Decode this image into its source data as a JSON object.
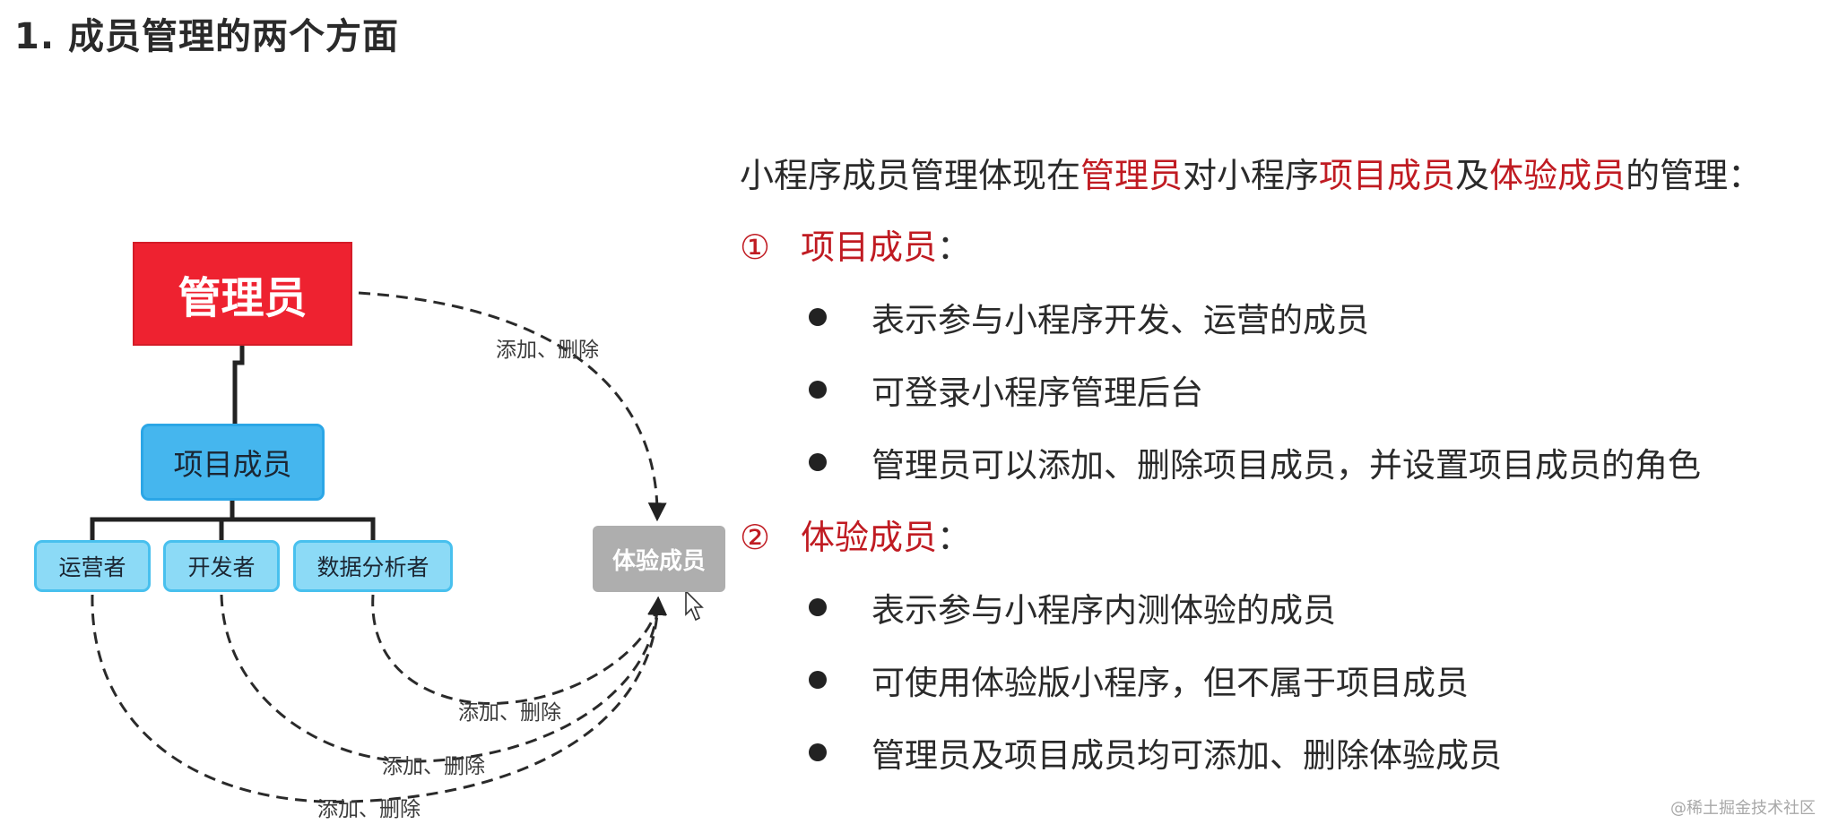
{
  "title": "1. 成员管理的两个方面",
  "diagram": {
    "admin_label": "管理员",
    "project_label": "项目成员",
    "roles": [
      "运营者",
      "开发者",
      "数据分析者"
    ],
    "experience_label": "体验成员",
    "edge_label": "添加、删除"
  },
  "intro": {
    "p1": "小程序成员管理体现在",
    "h1": "管理员",
    "p2": "对小程序",
    "h2": "项目成员",
    "p3": "及",
    "h3": "体验成员",
    "p4": "的管理："
  },
  "sections": [
    {
      "number": "①",
      "heading": "项目成员",
      "colon": "：",
      "bullets": [
        "表示参与小程序开发、运营的成员",
        "可登录小程序管理后台",
        "管理员可以添加、删除项目成员，并设置项目成员的角色"
      ]
    },
    {
      "number": "②",
      "heading": "体验成员",
      "colon": "：",
      "bullets": [
        "表示参与小程序内测体验的成员",
        "可使用体验版小程序，但不属于项目成员",
        "管理员及项目成员均可添加、删除体验成员"
      ]
    }
  ],
  "watermark": "@稀土掘金技术社区",
  "colors": {
    "admin_fill": "#ee2230",
    "project_fill": "#45b6ee",
    "role_fill": "#8cdaf6",
    "experience_fill": "#aeaeae",
    "highlight_text": "#c01b22"
  }
}
